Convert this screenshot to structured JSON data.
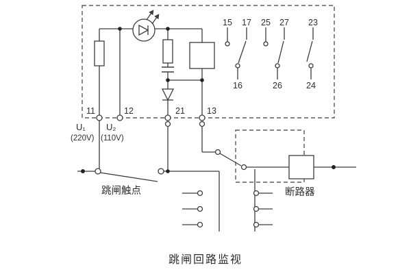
{
  "title": "跳闸回路监视",
  "labels": {
    "trip_contact": "跳闸触点",
    "circuit_breaker": "断路器",
    "u1": "U₁",
    "u1_voltage": "(220V)",
    "u2": "U₂",
    "u2_voltage": "(110V)"
  },
  "terminals": {
    "t11": "11",
    "t12": "12",
    "t21": "21",
    "t13": "13",
    "t15": "15",
    "t17": "17",
    "t25": "25",
    "t27": "27",
    "t23": "23",
    "t16": "16",
    "t26": "26",
    "t24": "24"
  },
  "colors": {
    "line": "#3b3b3b",
    "text": "#2e2e2e",
    "background": "#ffffff"
  }
}
